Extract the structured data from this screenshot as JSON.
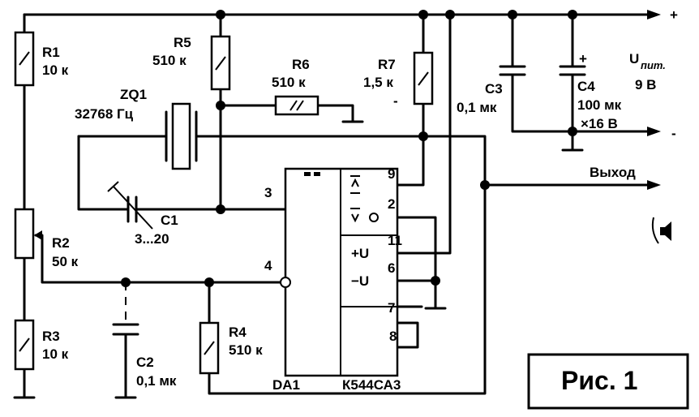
{
  "components": {
    "R1": {
      "ref": "R1",
      "value": "10 к"
    },
    "R2": {
      "ref": "R2",
      "value": "50 к"
    },
    "R3": {
      "ref": "R3",
      "value": "10 к"
    },
    "R4": {
      "ref": "R4",
      "value": "510 к"
    },
    "R5": {
      "ref": "R5",
      "value": "510 к"
    },
    "R6": {
      "ref": "R6",
      "value": "510 к"
    },
    "R7": {
      "ref": "R7",
      "value": "1,5 к"
    },
    "C1": {
      "ref": "C1",
      "value": "3...20"
    },
    "C2": {
      "ref": "C2",
      "value": "0,1 мк"
    },
    "C3": {
      "ref": "C3",
      "value": "0,1 мк"
    },
    "C4": {
      "ref": "C4",
      "value": "100 мк",
      "voltage": "×16 В",
      "polarity": "+"
    },
    "ZQ1": {
      "ref": "ZQ1",
      "value": "32768 Гц"
    },
    "DA1": {
      "ref": "DA1",
      "type": "К544СА3"
    }
  },
  "chip": {
    "pins": [
      "9",
      "2",
      "11",
      "6",
      "7",
      "8",
      "3",
      "4"
    ],
    "labels": {
      "plus": "+U",
      "minus": "−U"
    }
  },
  "supply": {
    "label": "U",
    "subscript": "пит.",
    "voltage": "9 В",
    "plus": "+",
    "minus": "-"
  },
  "output": {
    "label": "Выход"
  },
  "r7_minus": "-",
  "figure": {
    "caption": "Рис. 1"
  }
}
